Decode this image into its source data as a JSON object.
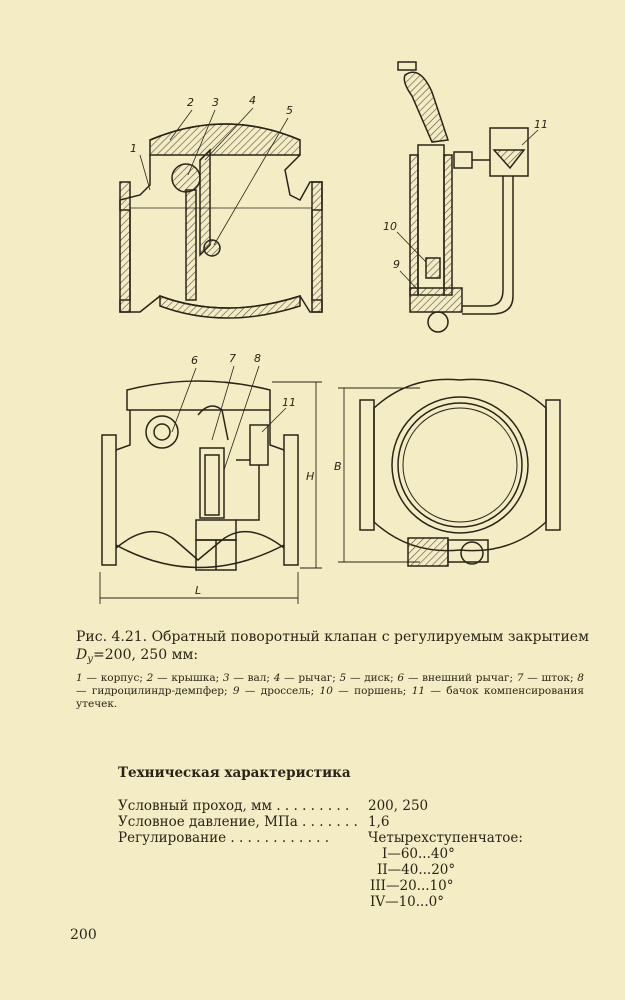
{
  "figure": {
    "labels": {
      "n1": "1",
      "n2": "2",
      "n3": "3",
      "n4": "4",
      "n5": "5",
      "n6": "6",
      "n7": "7",
      "n8": "8",
      "n9": "9",
      "n10": "10",
      "n11a": "11",
      "n11b": "11",
      "dim_L": "L",
      "dim_H": "H",
      "dim_B": "B"
    }
  },
  "caption": {
    "title": "Рис. 4.21. Обратный поворотный клапан с регулируемым закрытием",
    "dy_symbol": "D",
    "dy_subscript": "у",
    "dy_value": "=200, 250 мм:",
    "legend": [
      {
        "num": "1",
        "text": " — корпус; "
      },
      {
        "num": "2",
        "text": " — крышка; "
      },
      {
        "num": "3",
        "text": " — вал; "
      },
      {
        "num": "4",
        "text": " — рычаг; "
      },
      {
        "num": "5",
        "text": " — диск; "
      },
      {
        "num": "6",
        "text": " — внешний рычаг; "
      },
      {
        "num": "7",
        "text": " — шток; "
      },
      {
        "num": "8",
        "text": " — гидроцилиндр-демпфер; "
      },
      {
        "num": "9",
        "text": " — дроссель; "
      },
      {
        "num": "10",
        "text": " — поршень; "
      },
      {
        "num": "11",
        "text": " — бачок компенсирования утечек."
      }
    ]
  },
  "specs": {
    "heading": "Техническая характеристика",
    "rows": [
      {
        "label": "Условный проход, мм . . . . . . . . .",
        "value": "200, 250"
      },
      {
        "label": "Условное давление, МПа . . . . . . .",
        "value": "1,6"
      },
      {
        "label": "Регулирование . . . . . . . . . . . .",
        "value": "Четырехступенчатое:"
      }
    ],
    "stages": [
      "I—60...40°",
      "II—40...20°",
      "III—20...10°",
      "IV—10...0°"
    ]
  },
  "page_number": "200",
  "colors": {
    "paper": "#f3ecc4",
    "ink": "#2a2418",
    "hatch": "#5a5040"
  }
}
